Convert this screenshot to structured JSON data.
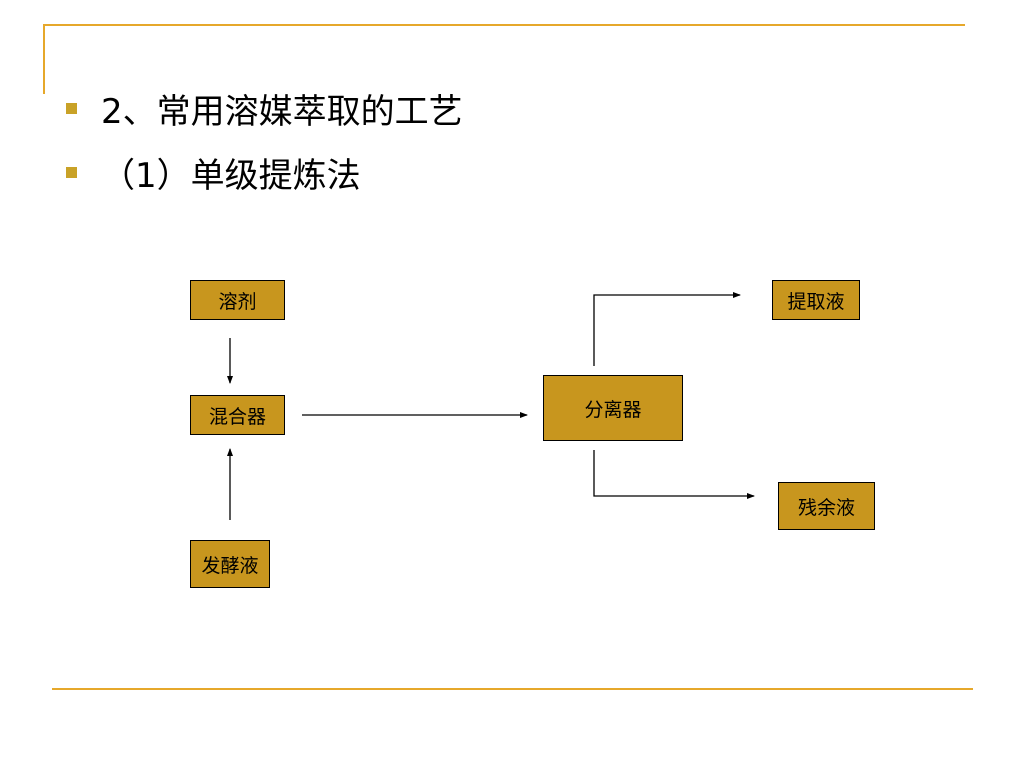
{
  "slide": {
    "bullets": [
      {
        "text": "2、常用溶媒萃取的工艺"
      },
      {
        "text": "（1）单级提炼法"
      }
    ]
  },
  "diagram": {
    "nodes": {
      "solvent": "溶剂",
      "mixer": "混合器",
      "broth": "发酵液",
      "separator": "分离器",
      "extract": "提取液",
      "residue": "残余液"
    }
  },
  "colors": {
    "accent_line": "#e6a82b",
    "node_fill": "#c8961e",
    "bullet": "#c9a227"
  }
}
